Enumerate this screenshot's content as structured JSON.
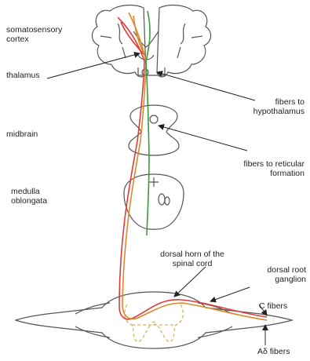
{
  "diagram": {
    "labels": {
      "somatosensory_cortex": "somatosensory\ncortex",
      "thalamus": "thalamus",
      "fibers_hypothalamus": "fibers to\nhypothalamus",
      "midbrain": "midbrain",
      "fibers_reticular": "fibers to reticular\nformation",
      "medulla": "medulla\noblongata",
      "dorsal_horn": "dorsal horn of the\nspinal cord",
      "dorsal_root_ganglion": "dorsal root\nganglion",
      "c_fibers": "C fibers",
      "adelta_fibers": "Aδ fibers"
    },
    "colors": {
      "outline": "#555555",
      "red_pathway": "#e03c3c",
      "green_pathway": "#3a9a3a",
      "orange_pathway": "#d98a2b",
      "gray_matter_dash": "#d9b25a"
    }
  }
}
